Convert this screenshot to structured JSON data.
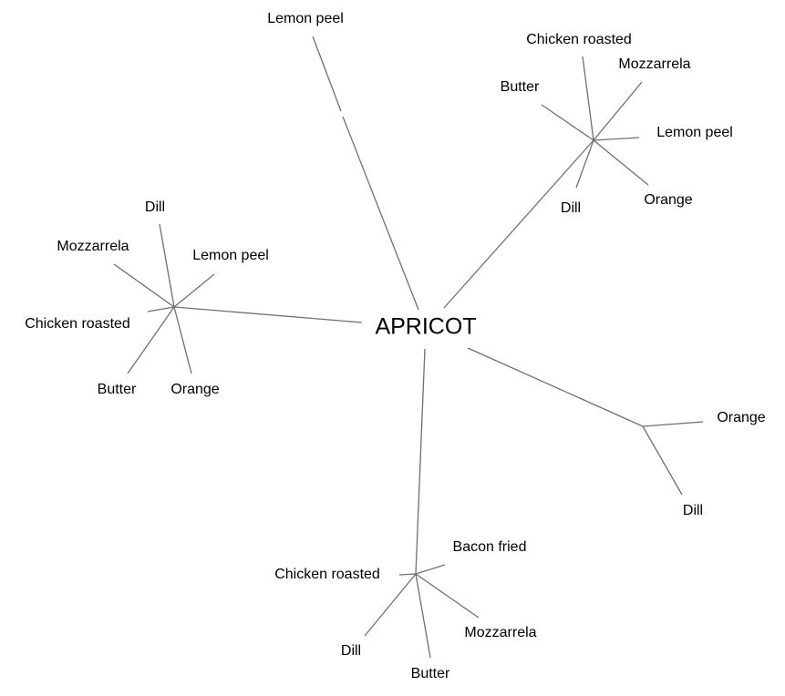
{
  "root": {
    "label": "APRICOT"
  },
  "branches": [
    {
      "name": "lemon-peel-leaf",
      "label": "Lemon peel",
      "children": []
    },
    {
      "name": "cluster-northeast",
      "children": [
        {
          "label": "Chicken roasted"
        },
        {
          "label": "Mozzarrela"
        },
        {
          "label": "Lemon peel"
        },
        {
          "label": "Orange"
        },
        {
          "label": "Dill"
        },
        {
          "label": "Butter"
        }
      ]
    },
    {
      "name": "cluster-west",
      "children": [
        {
          "label": "Dill"
        },
        {
          "label": "Mozzarrela"
        },
        {
          "label": "Lemon peel"
        },
        {
          "label": "Chicken roasted"
        },
        {
          "label": "Butter"
        },
        {
          "label": "Orange"
        }
      ]
    },
    {
      "name": "cluster-southeast",
      "children": [
        {
          "label": "Orange"
        },
        {
          "label": "Dill"
        }
      ]
    },
    {
      "name": "cluster-south",
      "children": [
        {
          "label": "Bacon fried"
        },
        {
          "label": "Chicken roasted"
        },
        {
          "label": "Mozzarrela"
        },
        {
          "label": "Dill"
        },
        {
          "label": "Butter"
        }
      ]
    }
  ],
  "colors": {
    "edge": "#707070",
    "text": "#000000"
  }
}
